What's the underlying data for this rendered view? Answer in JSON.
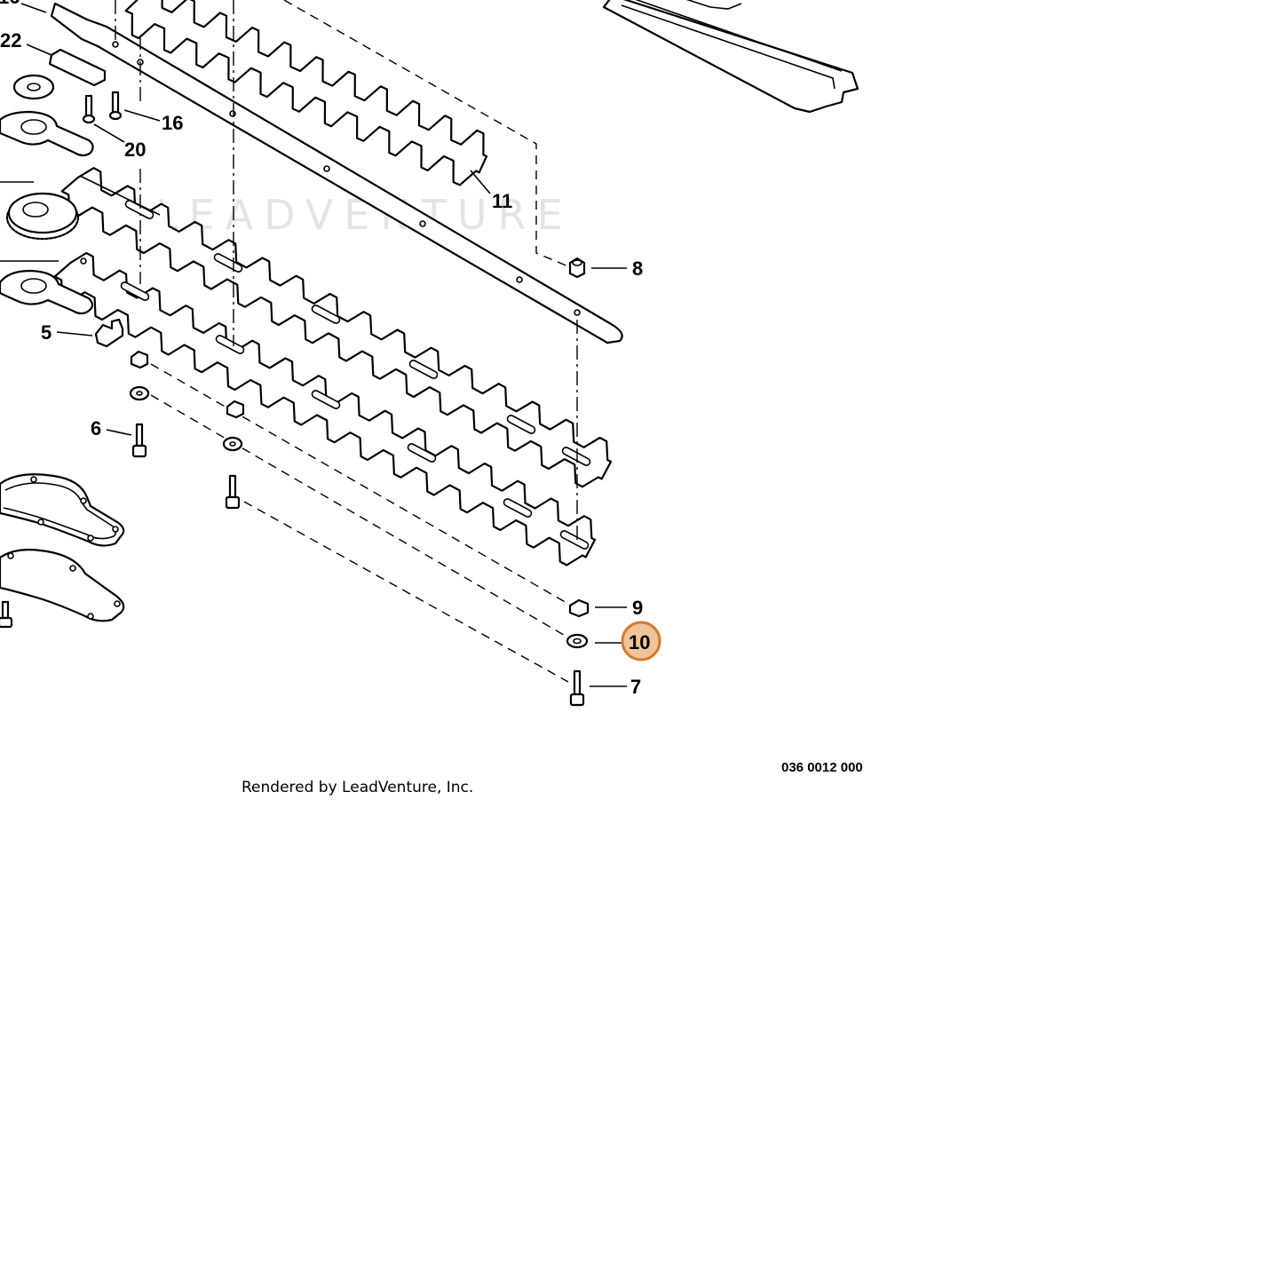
{
  "watermark": "LEADVENTURE",
  "drawing_code": "036 0012 000",
  "render_credit": "Rendered by LeadVenture, Inc.",
  "callouts": {
    "c5": "5",
    "c6": "6",
    "c7": "7",
    "c8": "8",
    "c9": "9",
    "c10": "10",
    "c11": "11",
    "c16": "16",
    "c20": "20",
    "c22": "22",
    "c_top": "16"
  },
  "highlighted_callout": "10",
  "colors": {
    "highlight_fill": "#efc49a",
    "highlight_stroke": "#d67a2c",
    "line": "#000000"
  }
}
